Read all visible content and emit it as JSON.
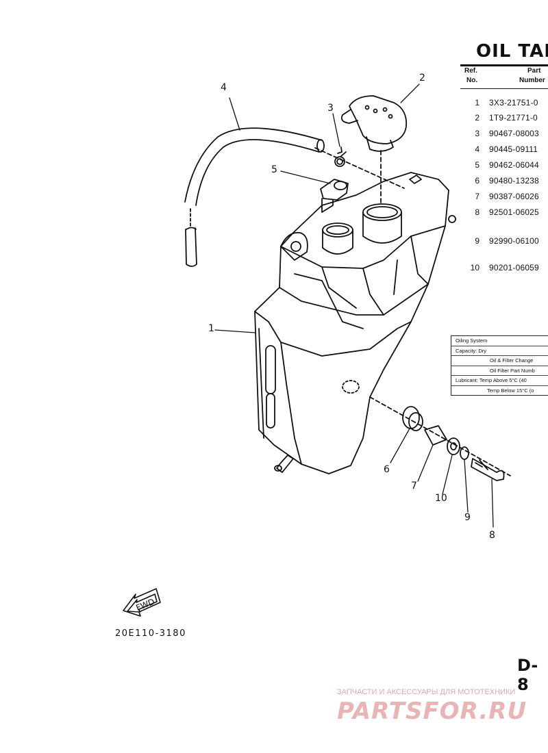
{
  "title": "OIL TAN",
  "table_header": {
    "ref_line1": "Ref.",
    "ref_line2": "No.",
    "part_line1": "Part",
    "part_line2": "Number"
  },
  "parts": [
    {
      "ref": "1",
      "number": "3X3-21751-0"
    },
    {
      "ref": "2",
      "number": "1T9-21771-0"
    },
    {
      "ref": "3",
      "number": "90467-08003"
    },
    {
      "ref": "4",
      "number": "90445-09111"
    },
    {
      "ref": "5",
      "number": "90462-06044"
    },
    {
      "ref": "6",
      "number": "90480-13238"
    },
    {
      "ref": "7",
      "number": "90387-06026"
    },
    {
      "ref": "8",
      "number": "92501-06025"
    },
    {
      "ref": "9",
      "number": "92990-06100"
    },
    {
      "ref": "10",
      "number": "90201-06059"
    }
  ],
  "spec_table": [
    "Oiling System",
    "Capacity: Dry",
    "Oil & Filter Change",
    "Oil Filter Part Numb",
    "Lubricant: Temp Above 5°C (40",
    "Temp Below 15°C (o"
  ],
  "callouts": [
    "1",
    "2",
    "3",
    "4",
    "5",
    "6",
    "7",
    "8",
    "9",
    "10"
  ],
  "fwd_label": "FWD",
  "diagram_code": "20E110-3180",
  "page_number": "D-8",
  "watermark": {
    "tagline": "ЗАПЧАСТИ И АКСЕССУАРЫ ДЛЯ МОТОТЕХНИКИ",
    "logo": "PARTSFOR.RU",
    "color": "#e4a8a8"
  }
}
